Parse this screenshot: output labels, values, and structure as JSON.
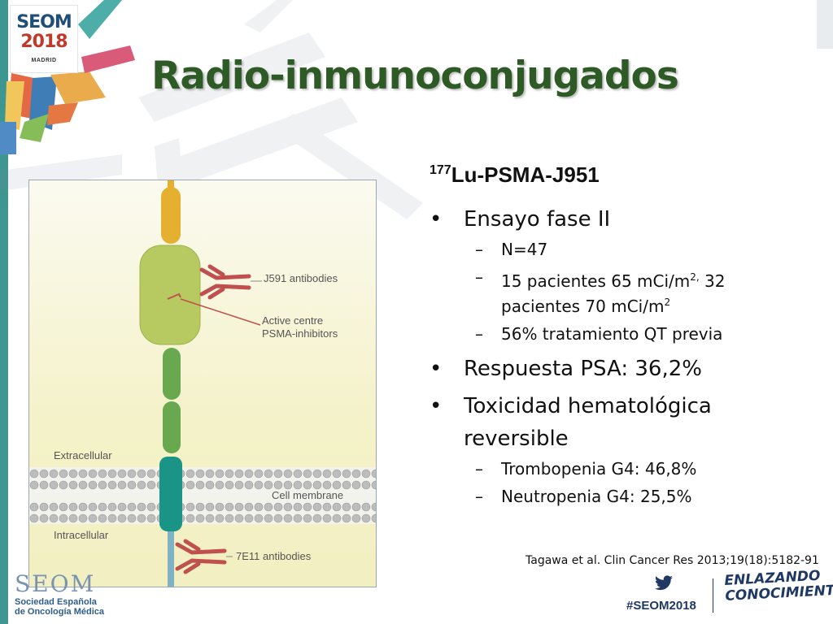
{
  "logo": {
    "seom": "SEOM",
    "year": "2018",
    "city": "MADRID"
  },
  "title": "Radio-inmunoconjugados",
  "figure": {
    "labels": {
      "j591": "J591 antibodies",
      "active_centre_line1": "Active centre",
      "active_centre_line2": "PSMA-inhibitors",
      "extracellular": "Extracellular",
      "cell_membrane": "Cell membrane",
      "intracellular": "Intracellular",
      "e711": "7E11 antibodies"
    }
  },
  "heading": {
    "sup": "177",
    "text": "Lu-PSMA-J951"
  },
  "bullets": {
    "b1": {
      "marker": "•",
      "text": "Ensayo fase II"
    },
    "b1_sub": [
      {
        "marker": "–",
        "text": "N=47"
      },
      {
        "marker": "–",
        "t1": "15 pacientes 65 mCi/m",
        "s1": "2,",
        "t2": " 32 pacientes 70 mCi/m",
        "s2": "2"
      },
      {
        "marker": "–",
        "text": "56% tratamiento QT previa"
      }
    ],
    "b2": {
      "marker": "•",
      "text": "Respuesta PSA: 36,2%"
    },
    "b3": {
      "marker": "•",
      "text": "Toxicidad hematológica reversible"
    },
    "b3_sub": [
      {
        "marker": "–",
        "text": "Trombopenia G4: 46,8%"
      },
      {
        "marker": "–",
        "text": "Neutropenia G4: 25,5%"
      }
    ]
  },
  "citation": "Tagawa et al. Clin Cancer Res 2013;19(18):5182-91",
  "footer": {
    "seom": "SEOM",
    "society_line1": "Sociedad Española",
    "society_line2": "de Oncología Médica",
    "hashtag": "#SEOM2018",
    "slogan_line1": "ENLAZANDO",
    "slogan_line2": "CONOCIMIENTO"
  },
  "icons": {
    "social": "twitter-icon"
  },
  "colors": {
    "title": "#2e5a26",
    "accent_navy": "#1f3864",
    "antibody": "#c0504d",
    "teal": "#1b9488",
    "figure_bg": "#f9f8e8"
  }
}
